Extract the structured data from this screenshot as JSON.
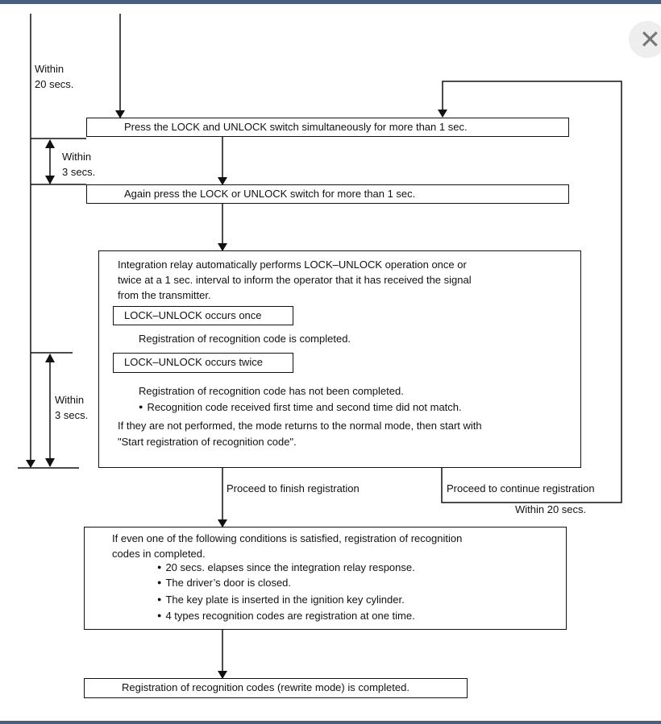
{
  "timing": {
    "within_20_secs_left": "Within\n20 secs.",
    "within_3_secs_upper": "Within\n3 secs.",
    "within_3_secs_lower": "Within\n3 secs.",
    "within_20_secs_loop": "Within 20 secs."
  },
  "steps": {
    "step1": "Press the LOCK and UNLOCK switch simultaneously for more than 1 sec.",
    "step2": "Again press the LOCK or UNLOCK switch for more than 1 sec.",
    "relay_intro": "Integration relay automatically performs LOCK–UNLOCK operation once or\ntwice at a 1 sec. interval to inform the operator that it has received the signal\nfrom the transmitter.",
    "once_label": "LOCK–UNLOCK occurs once",
    "once_result": "Registration of recognition code is completed.",
    "twice_label": "LOCK–UNLOCK occurs twice",
    "twice_result": "Registration of recognition code has not been completed.",
    "twice_bullet": "Recognition code received first time and second time did not match.",
    "not_performed": "If they are not performed, the mode returns to the normal mode, then start with\n\"Start registration of recognition code\".",
    "finish_label": "Proceed to finish registration",
    "continue_label": "Proceed to continue registration",
    "conditions_intro": "If even one of the following conditions is satisfied, registration of recognition\ncodes in completed.",
    "conditions": [
      "20 secs. elapses since the integration relay response.",
      "The driver’s door is closed.",
      "The key plate is inserted in the ignition key cylinder.",
      "4 types recognition codes are registration at one time."
    ],
    "final": "Registration of recognition codes (rewrite mode) is completed."
  },
  "close_button": {
    "icon": "close-icon",
    "glyph": "✕"
  }
}
